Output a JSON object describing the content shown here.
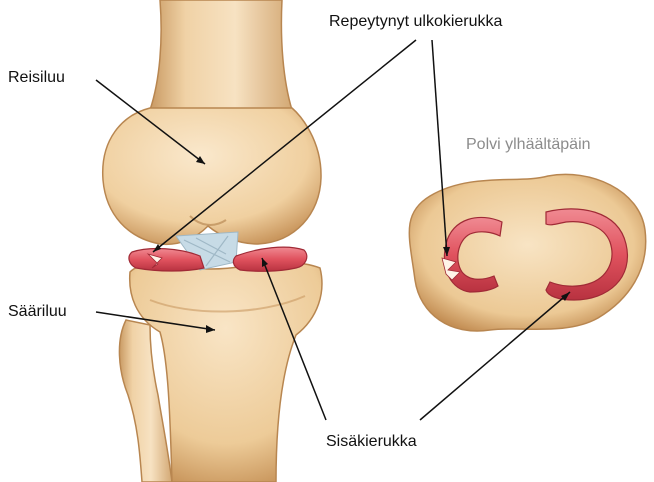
{
  "labels": {
    "femur": "Reisiluu",
    "torn_lateral_meniscus": "Repeytynyt ulkokierukka",
    "top_view": "Polvi ylhäältäpäin",
    "tibia": "Sääriluu",
    "medial_meniscus": "Sisäkierukka"
  },
  "colors": {
    "bone": "#f3d9b1",
    "bone_shadow": "#d6ae78",
    "meniscus": "#e0525e",
    "ligament": "#c7dbe6",
    "leader_line": "#111111",
    "caption_grey": "#8c8c8c"
  }
}
